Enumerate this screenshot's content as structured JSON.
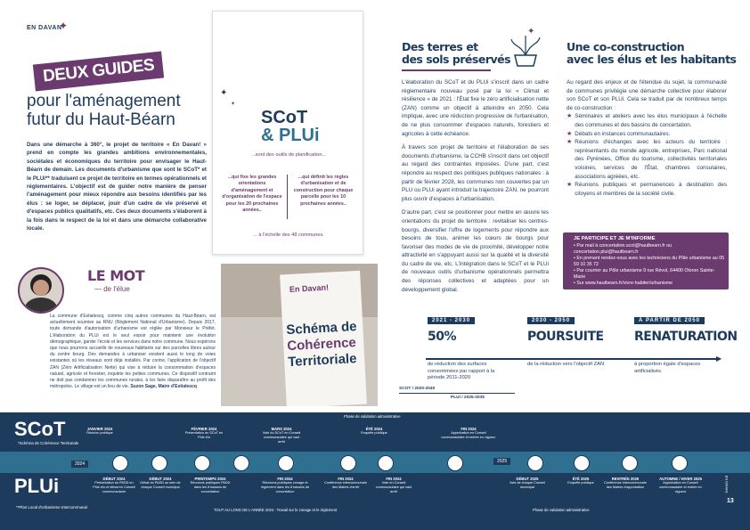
{
  "header": {
    "section": "EN DAVAN"
  },
  "intro": {
    "badge": "DEUX GUIDES",
    "title_line1": "pour l'aménagement",
    "title_line2": "futur du Haut-Béarn",
    "paragraph": "Dans une démarche à 360°, le projet de territoire « En Davan! » prend en compte les grandes ambitions environnementales, sociétales et économiques du territoire pour envisager le Haut-Béarn de demain. Les documents d'urbanisme que sont le SCoT* et le PLUi** traduisent ce projet de territoire en termes opérationnels et réglementaires. L'objectif est de guider notre manière de penser l'aménagement pour mieux répondre aux besoins identifiés par les élus : se loger, se déplacer, jouir d'un cadre de vie préservé et d'espaces publics qualitatifs, etc. Ces deux documents s'élaborent à la fois dans le respect de la loi et dans une démarche collaborative locale."
  },
  "planning_box": {
    "logo_scot": "SCoT",
    "logo_plui": "& PLUi",
    "subtitle": "...sont des outils de planification...",
    "scot_text": "...qui fixe les grandes orientations d'aménagement et d'organisation de l'espace pour les 20 prochaines années..",
    "plui_text": "...qui définit les règles d'urbanisation et de construction pour chaque parcelle pour les 10 prochaines années..",
    "footer": "... à l'échelle des 48 communes."
  },
  "mot": {
    "title": "LE MOT",
    "subtitle": "— de l'élue",
    "text": "La commune d'Estialescq, comme cinq autres communes du Haut-Béarn, est actuellement soumise au RNU (Règlement National d'Urbanisme). Depuis 2017, toute demande d'autorisation d'urbanisme est réglée par Monsieur le Préfet. L'élaboration du PLUi est le seul espoir pour maintenir une évolution démographique, garder l'école et les services dans notre commune. Nous espérons que nous pourrons accueillir de nouveaux habitants sur des parcelles libres autour du centre bourg. Des demandes à urbaniser existent aussi le long de voies existantes où les réseaux sont déjà installés. Par contre, l'application de l'objectif ZAN (Zéro Artificialisation Nette) qui vise à réduire la consommation d'espaces naturel, agricole et forestier, inquiète les petites communes. Ce dispositif contraint ne doit pas condamner les communes rurales, à les faire disparaître au profit des métropoles. Le village est un lieu de vie.",
    "signature": "Suzon Sage, Maire d'Estialescq"
  },
  "photo": {
    "banner_title": "En Davan!",
    "banner_line1": "Schéma de",
    "banner_line2": "Cohérence",
    "banner_line3": "Territoriale"
  },
  "terres": {
    "title_line1": "Des terres et",
    "title_line2": "des sols préservés",
    "p1": "L'élaboration du SCoT et du PLUi s'inscrit dans un cadre réglementaire nouveau posé par la loi « Climat et résilience » de 2021 : l'État fixe le zéro artificialisation nette (ZAN) comme un objectif à atteindre en 2050. Cela implique, avec une réduction progressive de l'urbanisation, de ne plus consommer d'espaces naturels, forestiers et agricoles à cette échéance.",
    "p2": "À travers son projet de territoire et l'élaboration de ses documents d'urbanisme, la CCHB s'inscrit dans cet objectif au regard des contraintes imposées. D'une part, c'est répondre au respect des politiques publiques nationales : à partir de février 2028, les communes non couvertes par un PLU ou PLUi ayant introduit la trajectoire ZAN, ne pourront plus ouvrir d'espaces à l'urbanisation.",
    "p3": "D'autre part, c'est se positionner pour mettre en œuvre les orientations du projet de territoire : revitaliser les centres-bourgs, diversifier l'offre de logements pour répondre aux besoins de tous, animer les cœurs de bourgs pour favoriser des modes de vie de proximité, développer notre attractivité en s'appuyant aussi sur la qualité et la diversité du cadre de vie, etc. L'intégration dans le SCoT et le PLUi de nouveaux outils d'urbanisme opérationnels permettra des réponses collectives et adaptées pour un développement global."
  },
  "coconstruction": {
    "title_line1": "Une co-construction",
    "title_line2": "avec les élus et les habitants",
    "intro": "Au regard des enjeux et de l'étendue du sujet, la communauté de communes privilégie une démarche collective pour élaborer son SCoT et son PLUi. Cela se traduit par de nombreux temps de co-construction :",
    "bullets": [
      "Séminaires et ateliers avec les élus municipaux à l'échelle des communes et des bassins de concertation.",
      "Débats en instances communautaires.",
      "Réunions d'échanges avec les acteurs du territoire : représentants du monde agricole, entreprises, Parc national des Pyrénées, Office du tourisme, collectivités territoriales voisines, services de l'État, chambres consulaires, associations agréées, etc.",
      "Réunions publiques et permanences à destination des citoyens et membres de la société civile."
    ]
  },
  "participe": {
    "title": "JE PARTICIPE ET JE M'INFORME",
    "items": [
      "Par mail à concertation.scot@hautbearn.fr ou concertation.plui@hautbearn.fr",
      "En prenant rendez-vous avec les techniciens du Pôle urbanisme au 05 59 10 35 72",
      "Par courrier au Pôle urbanisme 9 rue Révol, 64400 Oloron Sainte-Marie",
      "Sur www.hautbearn.fr/vivre-habiter/urbanisme"
    ]
  },
  "trajectoire": {
    "periods": [
      {
        "label": "2021 - 2030",
        "big": "50%",
        "desc": "de réduction des surfaces consommées par rapport à la période 2011-2020"
      },
      {
        "label": "2030 - 2050",
        "big": "POURSUITE",
        "desc": "de la réduction vers l'objectif ZAN"
      },
      {
        "label": "À PARTIR DE 2050",
        "big": "RENATURATION",
        "desc": "à proportion égale d'espaces artificialisés."
      }
    ],
    "scot_range": "SCOT / 2020-2040",
    "plui_range": "PLUi / 2025-2035"
  },
  "timeline": {
    "scot_label": "SCoT",
    "scot_note": "*Schéma de Cohérence Territoriale",
    "plui_label": "PLUi",
    "plui_note": "**Plan Local d'Urbanisme Intercommunal",
    "concertation_top": "Phase de validation administrative",
    "concertation_bottom": "Phase de validation administrative",
    "zan_note": "TOUT AU LONG DE L'ANNÉE 2024 : Travail sur le zonage et le règlement",
    "year_2024": "2024",
    "year_2025": "2025",
    "top_events": [
      {
        "date": "JANVIER 2024",
        "text": "Réunion publique"
      },
      {
        "date": "FÉVRIER 2024",
        "text": "Présentation du SCoT en Pôle élu"
      },
      {
        "date": "MARS 2024",
        "text": "Vote du SCoT en Conseil communautaire qui vaut arrêt"
      },
      {
        "date": "ÉTÉ 2024",
        "text": "Enquête publique"
      },
      {
        "date": "FIN 2024",
        "text": "Approbation en Conseil communautaire et entrée en vigueur"
      }
    ],
    "bottom_events": [
      {
        "date": "DÉBUT 2024",
        "text": "Présentation du PADD en Pôle élu et débat en Conseil communautaire"
      },
      {
        "date": "DÉBUT 2024",
        "text": "Débat du PADD au sein de chaque Conseil municipal"
      },
      {
        "date": "PRINTEMPS 2024",
        "text": "Réunions publiques PADD dans les 8 bassins de concertation"
      },
      {
        "date": "FIN 2024",
        "text": "Réunions publiques zonage et règlement dans les 8 bassins de concertation"
      },
      {
        "date": "FIN 2024",
        "text": "Conférence intercommunale des Maires d'arrêt"
      },
      {
        "date": "FIN 2024",
        "text": "Vote en Conseil communautaire qui vaut arrêt"
      },
      {
        "date": "DÉBUT 2025",
        "text": "Avis de chaque Conseil municipal"
      },
      {
        "date": "ÉTÉ 2025",
        "text": "Enquête publique"
      },
      {
        "date": "RENTRÉE 2025",
        "text": "Conférence intercommunale des Maires d'approbation"
      },
      {
        "date": "AUTOMNE / HIVER 2025",
        "text": "Approbation en Conseil communautaire et entrée en vigueur"
      }
    ],
    "page_number": "13",
    "page_label": "EN DAVAN"
  },
  "colors": {
    "navy": "#1d3b5c",
    "purple": "#6b3a6e",
    "teal": "#2f6f8f"
  }
}
